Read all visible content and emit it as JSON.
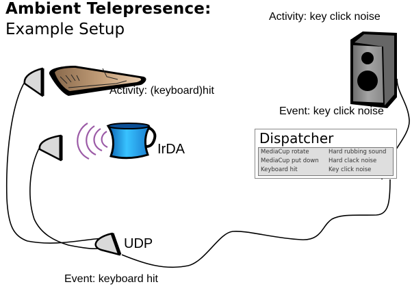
{
  "title": {
    "main": "Ambient Telepresence:",
    "subtitle": "Example Setup"
  },
  "labels": {
    "keyboard_activity": "Activity: (keyboard)hit",
    "irda": "IrDA",
    "udp": "UDP",
    "udp_event": "Event: keyboard hit",
    "speaker_activity": "Activity: key click noise",
    "speaker_event": "Event: key click noise"
  },
  "dispatcher": {
    "title": "Dispatcher",
    "rules": [
      {
        "event": "MediaCup rotate",
        "action": "Hard rubbing sound"
      },
      {
        "event": "MediaCup put down",
        "action": "Hard clack noise"
      },
      {
        "event": "Keyboard hit",
        "action": "Key click noise"
      }
    ]
  },
  "icons": {
    "keyboard": "keyboard-icon",
    "cup": "mediacup-icon",
    "ir_waves": "infrared-waves-icon",
    "speaker": "speaker-icon",
    "network_node": "network-node-icon"
  },
  "colors": {
    "cup_blue": "#1e9be6",
    "keyboard_tan": "#c9a47e",
    "ir_purple": "#9b5aa6",
    "node_gray": "#d9d9d9",
    "speaker_gray": "#8a8a8a",
    "dispatcher_table_bg": "#dedede"
  }
}
